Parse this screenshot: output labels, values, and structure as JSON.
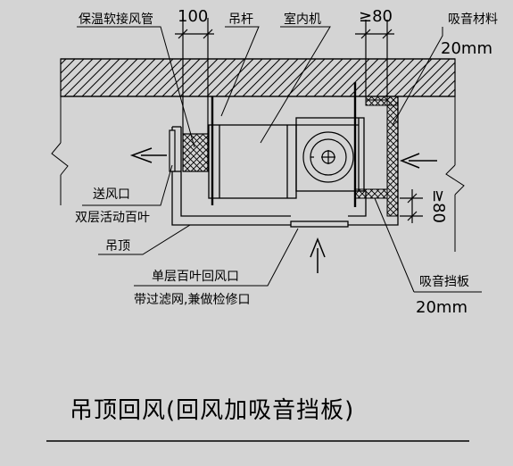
{
  "labels": {
    "insulated_flex_duct": "保温软接风管",
    "dim_100": "100",
    "hanger_rod": "吊杆",
    "indoor_unit": "室内机",
    "dim_ge80_top": "≥80",
    "sound_material": "吸音材料",
    "sound_material_thk": "20mm",
    "supply_outlet": "送风口",
    "double_louver": "双层活动百叶",
    "ceiling": "吊顶",
    "single_louver_return": "单层百叶回风口",
    "filter_and_access": "带过滤网,兼做检修口",
    "baffle": "吸音挡板",
    "baffle_thk": "20mm",
    "dim_ge80_side": "≥80"
  },
  "title": "吊顶回风(回风加吸音挡板)",
  "colors": {
    "background": "#d4d4d4",
    "line": "#000000"
  }
}
